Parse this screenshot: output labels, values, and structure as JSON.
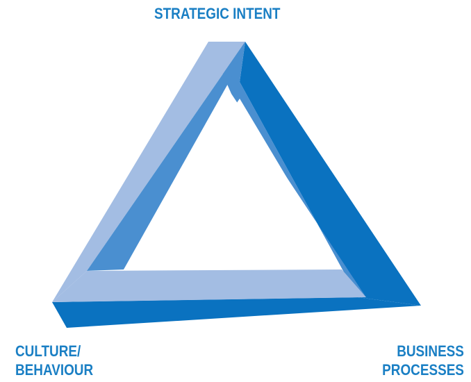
{
  "colors": {
    "text": "#1a7fc4",
    "light": "#a3bde3",
    "mid": "#4a8fd0",
    "dark": "#0a72c0"
  },
  "labels": {
    "top": "STRATEGIC INTENT",
    "left_line1": "CULTURE/",
    "left_line2": "BEHAVIOUR",
    "right_line1": "BUSINESS",
    "right_line2": "PROCESSES"
  }
}
